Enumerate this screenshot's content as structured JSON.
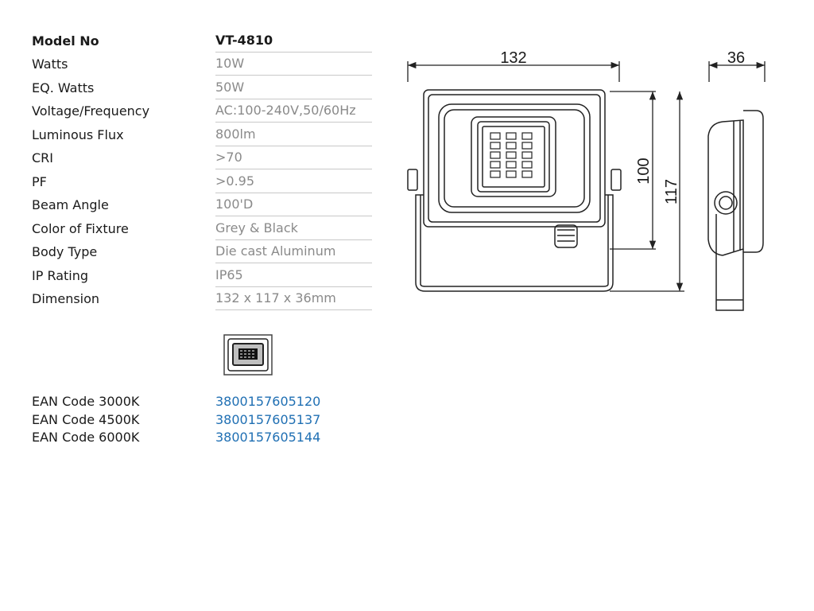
{
  "specs": [
    {
      "label": "Model No",
      "value": "VT-4810"
    },
    {
      "label": "Watts",
      "value": "10W"
    },
    {
      "label": "EQ. Watts",
      "value": "50W"
    },
    {
      "label": "Voltage/Frequency",
      "value": "AC:100-240V,50/60Hz"
    },
    {
      "label": "Luminous Flux",
      "value": "800lm"
    },
    {
      "label": "CRI",
      "value": ">70"
    },
    {
      "label": "PF",
      "value": ">0.95"
    },
    {
      "label": "Beam Angle",
      "value": "100'D"
    },
    {
      "label": "Color of Fixture",
      "value": "Grey & Black"
    },
    {
      "label": "Body Type",
      "value": "Die cast Aluminum"
    },
    {
      "label": "IP Rating",
      "value": "IP65"
    },
    {
      "label": "Dimension",
      "value": "132 x 117 x 36mm"
    }
  ],
  "ean": [
    {
      "label": "EAN Code 3000K",
      "value": "3800157605120"
    },
    {
      "label": "EAN Code 4500K",
      "value": "3800157605137"
    },
    {
      "label": "EAN Code 6000K",
      "value": "3800157605144"
    }
  ],
  "dimensions": {
    "width": "132",
    "depth": "36",
    "height_body": "100",
    "height_total": "117"
  },
  "colors": {
    "value_text": "#8a8a8a",
    "ean_link": "#1f6fb3",
    "rule": "#c8c8c8"
  }
}
